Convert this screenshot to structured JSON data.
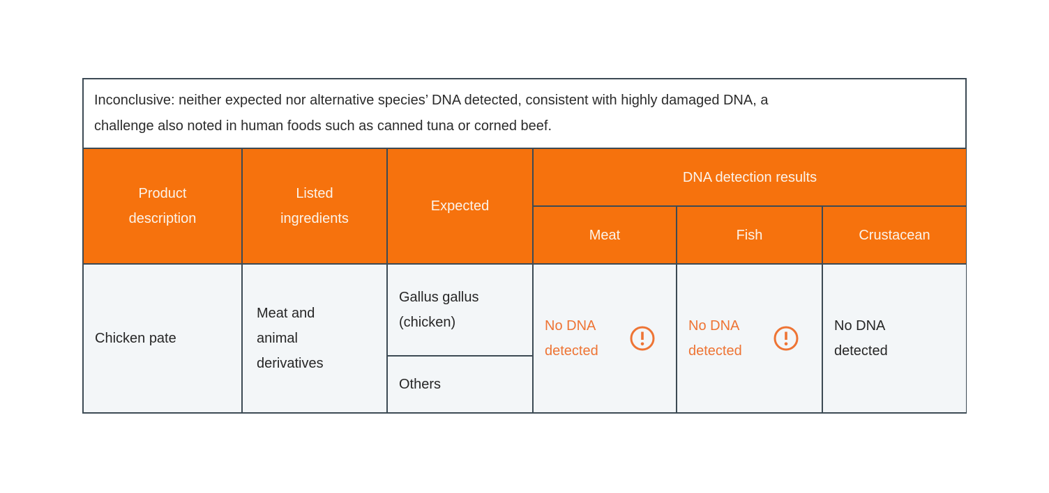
{
  "note": {
    "text": "Inconclusive: neither expected nor alternative species’ DNA detected, consistent with highly damaged DNA, a\nchallenge also noted in human foods such as canned tuna or corned beef."
  },
  "colors": {
    "orange": "#F6720D",
    "orange_text": "#EE7434",
    "border": "#3C4A54",
    "cell_bg": "#F3F6F8",
    "header_text": "#FBF3EA",
    "body_text": "#262626"
  },
  "table": {
    "headers": {
      "product": "Product description",
      "ingredients": "Listed ingredients",
      "expected": "Expected",
      "dna_group": "DNA detection results",
      "meat": "Meat",
      "fish": "Fish",
      "crustacean": "Crustacean"
    },
    "row": {
      "product": "Chicken pate",
      "ingredients": "Meat and animal derivatives",
      "expected_primary": "Gallus gallus (chicken)",
      "expected_secondary": "Others",
      "meat_result": "No DNA detected",
      "meat_warning": true,
      "fish_result": "No DNA detected",
      "fish_warning": true,
      "crustacean_result": "No DNA detected",
      "crustacean_warning": false
    }
  },
  "icons": {
    "warning": "exclamation-circle"
  }
}
